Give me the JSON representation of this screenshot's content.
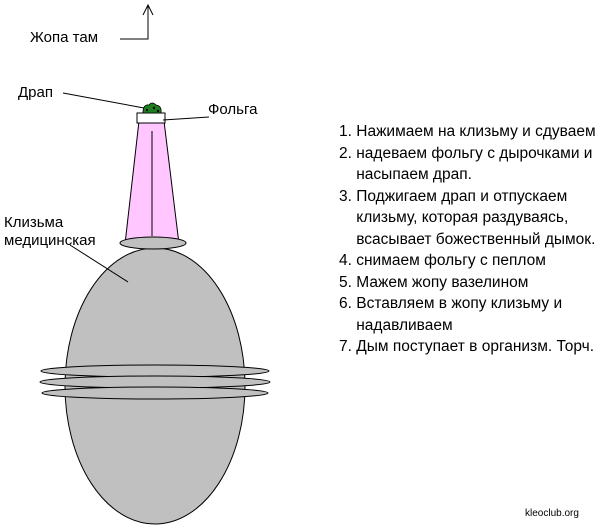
{
  "labels": {
    "top_arrow": "Жопа там",
    "drap": "Драп",
    "folga": "Фольга",
    "klizma_line1": "Клизьма",
    "klizma_line2": "медицинская"
  },
  "steps": [
    {
      "num": "1.",
      "text": "Нажимаем на клизьму и сдуваем"
    },
    {
      "num": "2.",
      "text": "надеваем фольгу с дырочками и насыпаем драп."
    },
    {
      "num": "3.",
      "text": "Поджигаем драп и отпускаем клизьму, которая раздуваясь, всасывает божественный дымок."
    },
    {
      "num": "4.",
      "text": "снимаем фольгу с пеплом"
    },
    {
      "num": "5.",
      "text": "Мажем жопу вазелином"
    },
    {
      "num": "6.",
      "text": "Вставляем в жопу клизьму и надавливаем"
    },
    {
      "num": "7.",
      "text": "Дым поступает в организм. Торч."
    }
  ],
  "credit": "kleoclub.org",
  "colors": {
    "bulb_fill": "#c0c0c0",
    "tube_fill": "#ffc6ff",
    "foil": "#ffffff",
    "drug": "#1e7f1e",
    "stroke": "#000000"
  },
  "icons": {
    "arrow": "up-arrow-icon"
  }
}
